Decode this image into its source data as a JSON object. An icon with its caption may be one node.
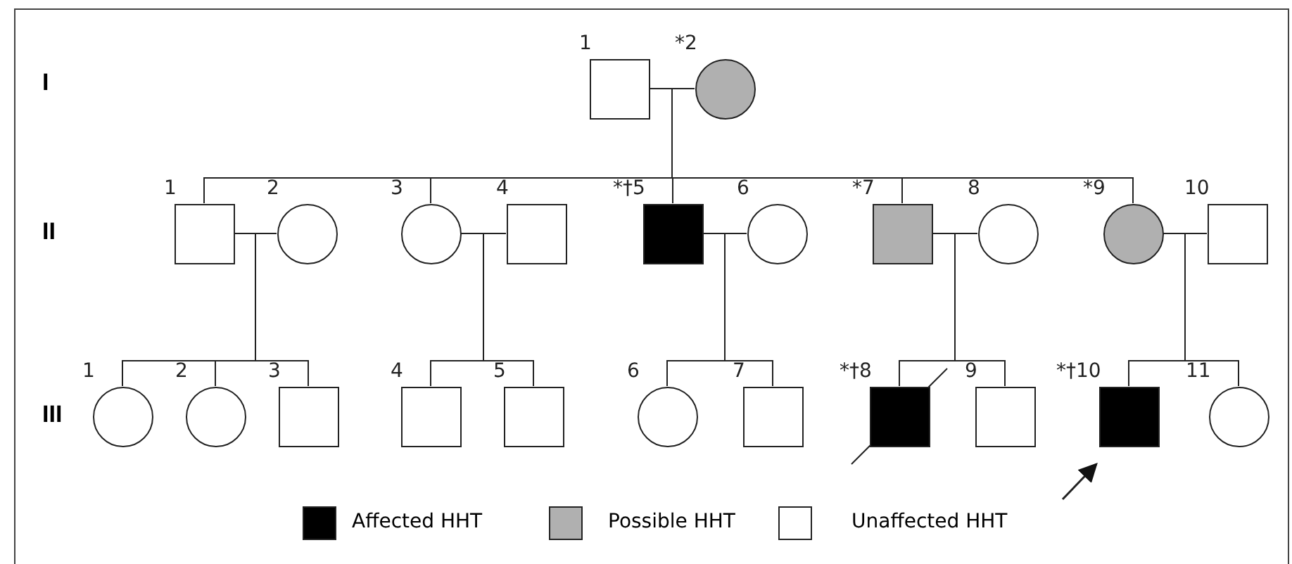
{
  "diagram": {
    "nodes": [
      {
        "text": [
          "1"
        ]
      },
      {
        "text": [
          "*2"
        ]
      },
      {
        "text": [
          "1"
        ]
      },
      {
        "text": [
          "2"
        ]
      },
      {
        "text": [
          "3"
        ]
      },
      {
        "text": [
          "4"
        ]
      },
      {
        "text": [
          "*†5"
        ]
      },
      {
        "text": [
          "6"
        ]
      },
      {
        "text": [
          "*7"
        ]
      },
      {
        "text": [
          "8"
        ]
      },
      {
        "text": [
          "*9"
        ]
      },
      {
        "text": [
          "10"
        ]
      },
      {
        "text": [
          "1"
        ]
      },
      {
        "text": [
          "2"
        ]
      },
      {
        "text": [
          "3"
        ]
      },
      {
        "text": [
          "4"
        ]
      },
      {
        "text": [
          "5"
        ]
      },
      {
        "text": [
          "6"
        ]
      },
      {
        "text": [
          "7"
        ]
      },
      {
        "text": [
          "*†8"
        ]
      },
      {
        "text": [
          "9"
        ]
      },
      {
        "text": [
          "*†10"
        ]
      },
      {
        "text": [
          "11"
        ]
      }
    ],
    "edges": [
      {
        "from": 0,
        "to": 1,
        "arrow": "none"
      },
      {
        "from": 0,
        "to": 2,
        "arrow": "none"
      },
      {
        "from": 1,
        "to": 2,
        "arrow": "none"
      },
      {
        "from": 0,
        "to": 4,
        "arrow": "none"
      },
      {
        "from": 1,
        "to": 4,
        "arrow": "none"
      },
      {
        "from": 0,
        "to": 6,
        "arrow": "none"
      },
      {
        "from": 1,
        "to": 6,
        "arrow": "none"
      },
      {
        "from": 0,
        "to": 8,
        "arrow": "none"
      },
      {
        "from": 1,
        "to": 8,
        "arrow": "none"
      },
      {
        "from": 0,
        "to": 10,
        "arrow": "none"
      },
      {
        "from": 1,
        "to": 10,
        "arrow": "none"
      },
      {
        "from": 2,
        "to": 3,
        "arrow": "none"
      },
      {
        "from": 4,
        "to": 5,
        "arrow": "none"
      },
      {
        "from": 6,
        "to": 7,
        "arrow": "none"
      },
      {
        "from": 8,
        "to": 9,
        "arrow": "none"
      },
      {
        "from": 10,
        "to": 11,
        "arrow": "none"
      },
      {
        "from": 2,
        "to": 12,
        "arrow": "none"
      },
      {
        "from": 3,
        "to": 12,
        "arrow": "none"
      },
      {
        "from": 2,
        "to": 13,
        "arrow": "none"
      },
      {
        "from": 3,
        "to": 13,
        "arrow": "none"
      },
      {
        "from": 2,
        "to": 14,
        "arrow": "none"
      },
      {
        "from": 3,
        "to": 14,
        "arrow": "none"
      },
      {
        "from": 4,
        "to": 15,
        "arrow": "none"
      },
      {
        "from": 5,
        "to": 15,
        "arrow": "none"
      },
      {
        "from": 4,
        "to": 16,
        "arrow": "none"
      },
      {
        "from": 5,
        "to": 16,
        "arrow": "none"
      },
      {
        "from": 6,
        "to": 17,
        "arrow": "none"
      },
      {
        "from": 7,
        "to": 17,
        "arrow": "none"
      },
      {
        "from": 6,
        "to": 18,
        "arrow": "none"
      },
      {
        "from": 7,
        "to": 18,
        "arrow": "none"
      },
      {
        "from": 8,
        "to": 19,
        "arrow": "none"
      },
      {
        "from": 9,
        "to": 19,
        "arrow": "none"
      },
      {
        "from": 8,
        "to": 20,
        "arrow": "none"
      },
      {
        "from": 9,
        "to": 20,
        "arrow": "none"
      },
      {
        "from": 10,
        "to": 21,
        "arrow": "none"
      },
      {
        "from": 11,
        "to": 21,
        "arrow": "none"
      },
      {
        "from": 10,
        "to": 22,
        "arrow": "none"
      },
      {
        "from": 11,
        "to": 22,
        "arrow": "none"
      },
      {
        "from": null,
        "to": 21,
        "arrow": "to"
      }
    ],
    "labels": [
      "I",
      "II",
      "III"
    ],
    "legend": [
      {
        "text": "Affected HHT",
        "color": "#000000"
      },
      {
        "text": "Possible HHT",
        "color": "#b0b0b0"
      },
      {
        "text": "Unaffected HHT",
        "color": "#ffffff"
      }
    ]
  }
}
